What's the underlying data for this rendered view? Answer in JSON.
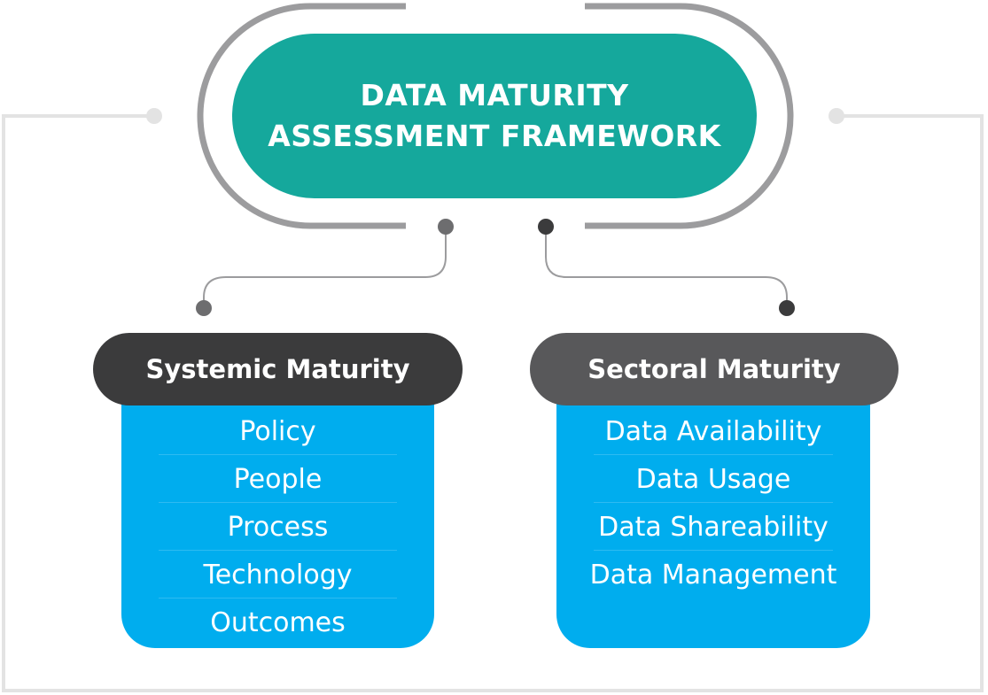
{
  "title": {
    "line1": "DATA MATURITY",
    "line2": "ASSESSMENT FRAMEWORK"
  },
  "colors": {
    "title_fill": "#15a89c",
    "left_header_fill": "#3b3b3c",
    "right_header_fill": "#58585a",
    "list_fill": "#00adee",
    "frame_stroke": "#9c9c9e",
    "outer_border": "#e3e3e3"
  },
  "categories": [
    {
      "label": "Systemic Maturity",
      "items": [
        "Policy",
        "People",
        "Process",
        "Technology",
        "Outcomes"
      ]
    },
    {
      "label": "Sectoral Maturity",
      "items": [
        "Data Availability",
        "Data Usage",
        "Data Shareability",
        "Data Management"
      ]
    }
  ]
}
